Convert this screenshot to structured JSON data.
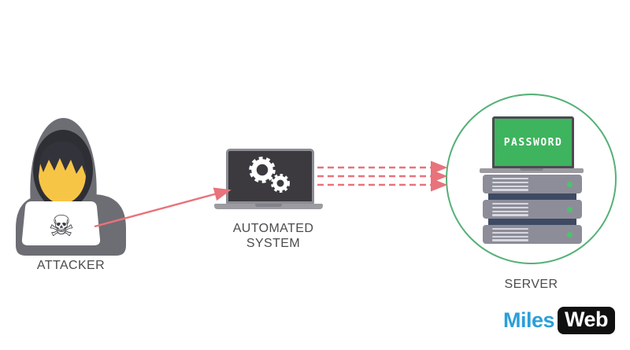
{
  "nodes": {
    "attacker": {
      "label": "ATTACKER"
    },
    "automated_system": {
      "label_lines": [
        "AUTOMATED",
        "SYSTEM"
      ]
    },
    "server": {
      "label": "SERVER",
      "screen_text": "PASSWORD",
      "rack_unit_count": 3,
      "leds_per_unit": 1
    }
  },
  "arrows": {
    "attacker_to_system": {
      "style": "solid",
      "count": 1
    },
    "system_to_server": {
      "style": "dashed",
      "count": 3
    }
  },
  "icons": {
    "skull_glyph": "☠",
    "skull_name": "skull-crossbones-icon",
    "gear_name": "gear-icon"
  },
  "logo": {
    "text_primary": "Miles",
    "text_secondary": "Web"
  },
  "colors": {
    "background": "#ffffff",
    "arrow": "#e8737b",
    "hood_gray": "#6d6d74",
    "hood_inner": "#2e2e35",
    "face_yellow": "#f7c546",
    "laptop_screen_dark": "#3c3a3f",
    "laptop_frame_gray": "#8d8d94",
    "circle_green": "#54b176",
    "screen_green": "#3eb45e",
    "rack_gray": "#8d8d99",
    "rack_connector_navy": "#3e4a63",
    "led_green": "#4bc46a",
    "label_text": "#4b4b4d",
    "brand_blue": "#2b9fd9",
    "brand_box_black": "#101010"
  }
}
